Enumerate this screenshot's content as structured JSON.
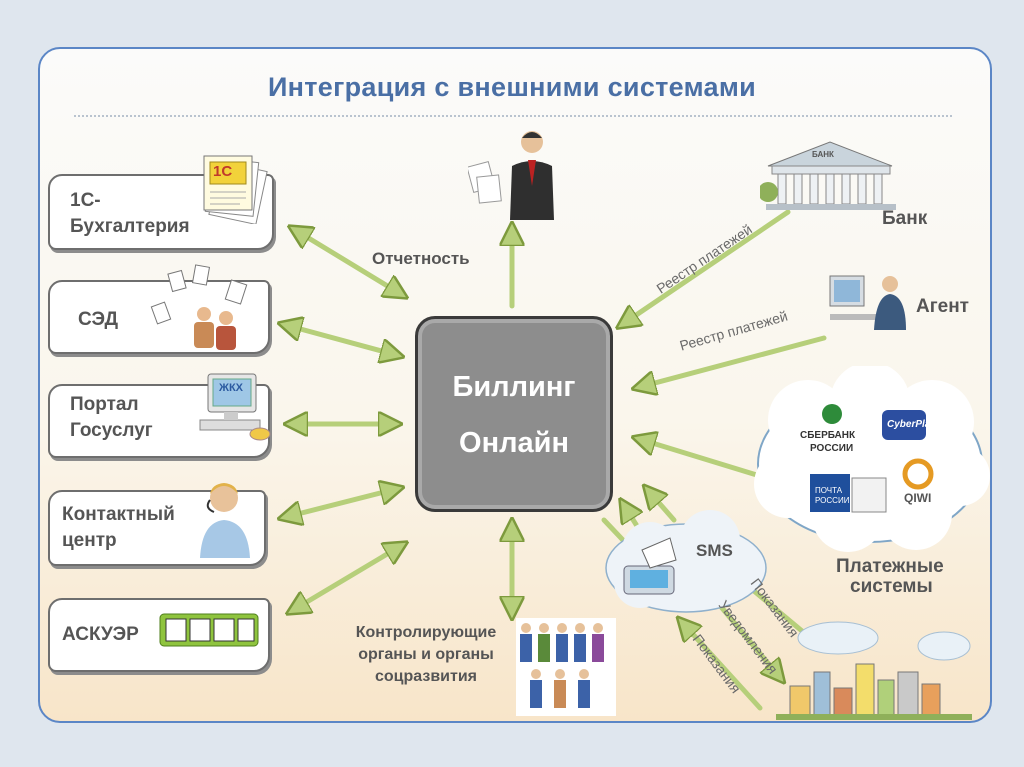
{
  "title": "Интеграция с внешними системами",
  "center": {
    "line1": "Биллинг",
    "line2": "Онлайн"
  },
  "left_systems": {
    "accounting": {
      "line1": "1С-",
      "line2": "Бухгалтерия",
      "logo": "1С"
    },
    "sed": "СЭД",
    "portal": {
      "line1": "Портал",
      "line2": "Госуслуг",
      "screen": "ЖКХ"
    },
    "contact": {
      "line1": "Контактный",
      "line2": "центр"
    },
    "askue": "АСКУЭР"
  },
  "top": {
    "reporting": "Отчетность"
  },
  "right": {
    "bank": "Банк",
    "bank_sign": "БАНК",
    "agent": "Агент",
    "registry_bank": "Реестр платежей",
    "registry_agent": "Реестр платежей",
    "payment_systems": {
      "line1": "Платежные",
      "line2": "системы"
    },
    "logos": {
      "sber_line1": "СБЕРБАНК",
      "sber_line2": "РОССИИ",
      "cyberplat": "CyberPlat",
      "post_line1": "ПОЧТА",
      "post_line2": "РОССИИ",
      "qiwi": "QIWI"
    }
  },
  "bottom": {
    "sms": "SMS",
    "readings_1": "Показания",
    "notifications": "Уведомления",
    "readings_2": "Показания",
    "control": {
      "line1": "Контролирующие",
      "line2": "органы и органы",
      "line3": "соцразвития"
    }
  },
  "colors": {
    "frame": "#5b86c6",
    "title": "#4a6fa5",
    "arrow": "#b6cf7a",
    "arrow_edge": "#7d9a3d",
    "center": "#8d8d8d"
  }
}
